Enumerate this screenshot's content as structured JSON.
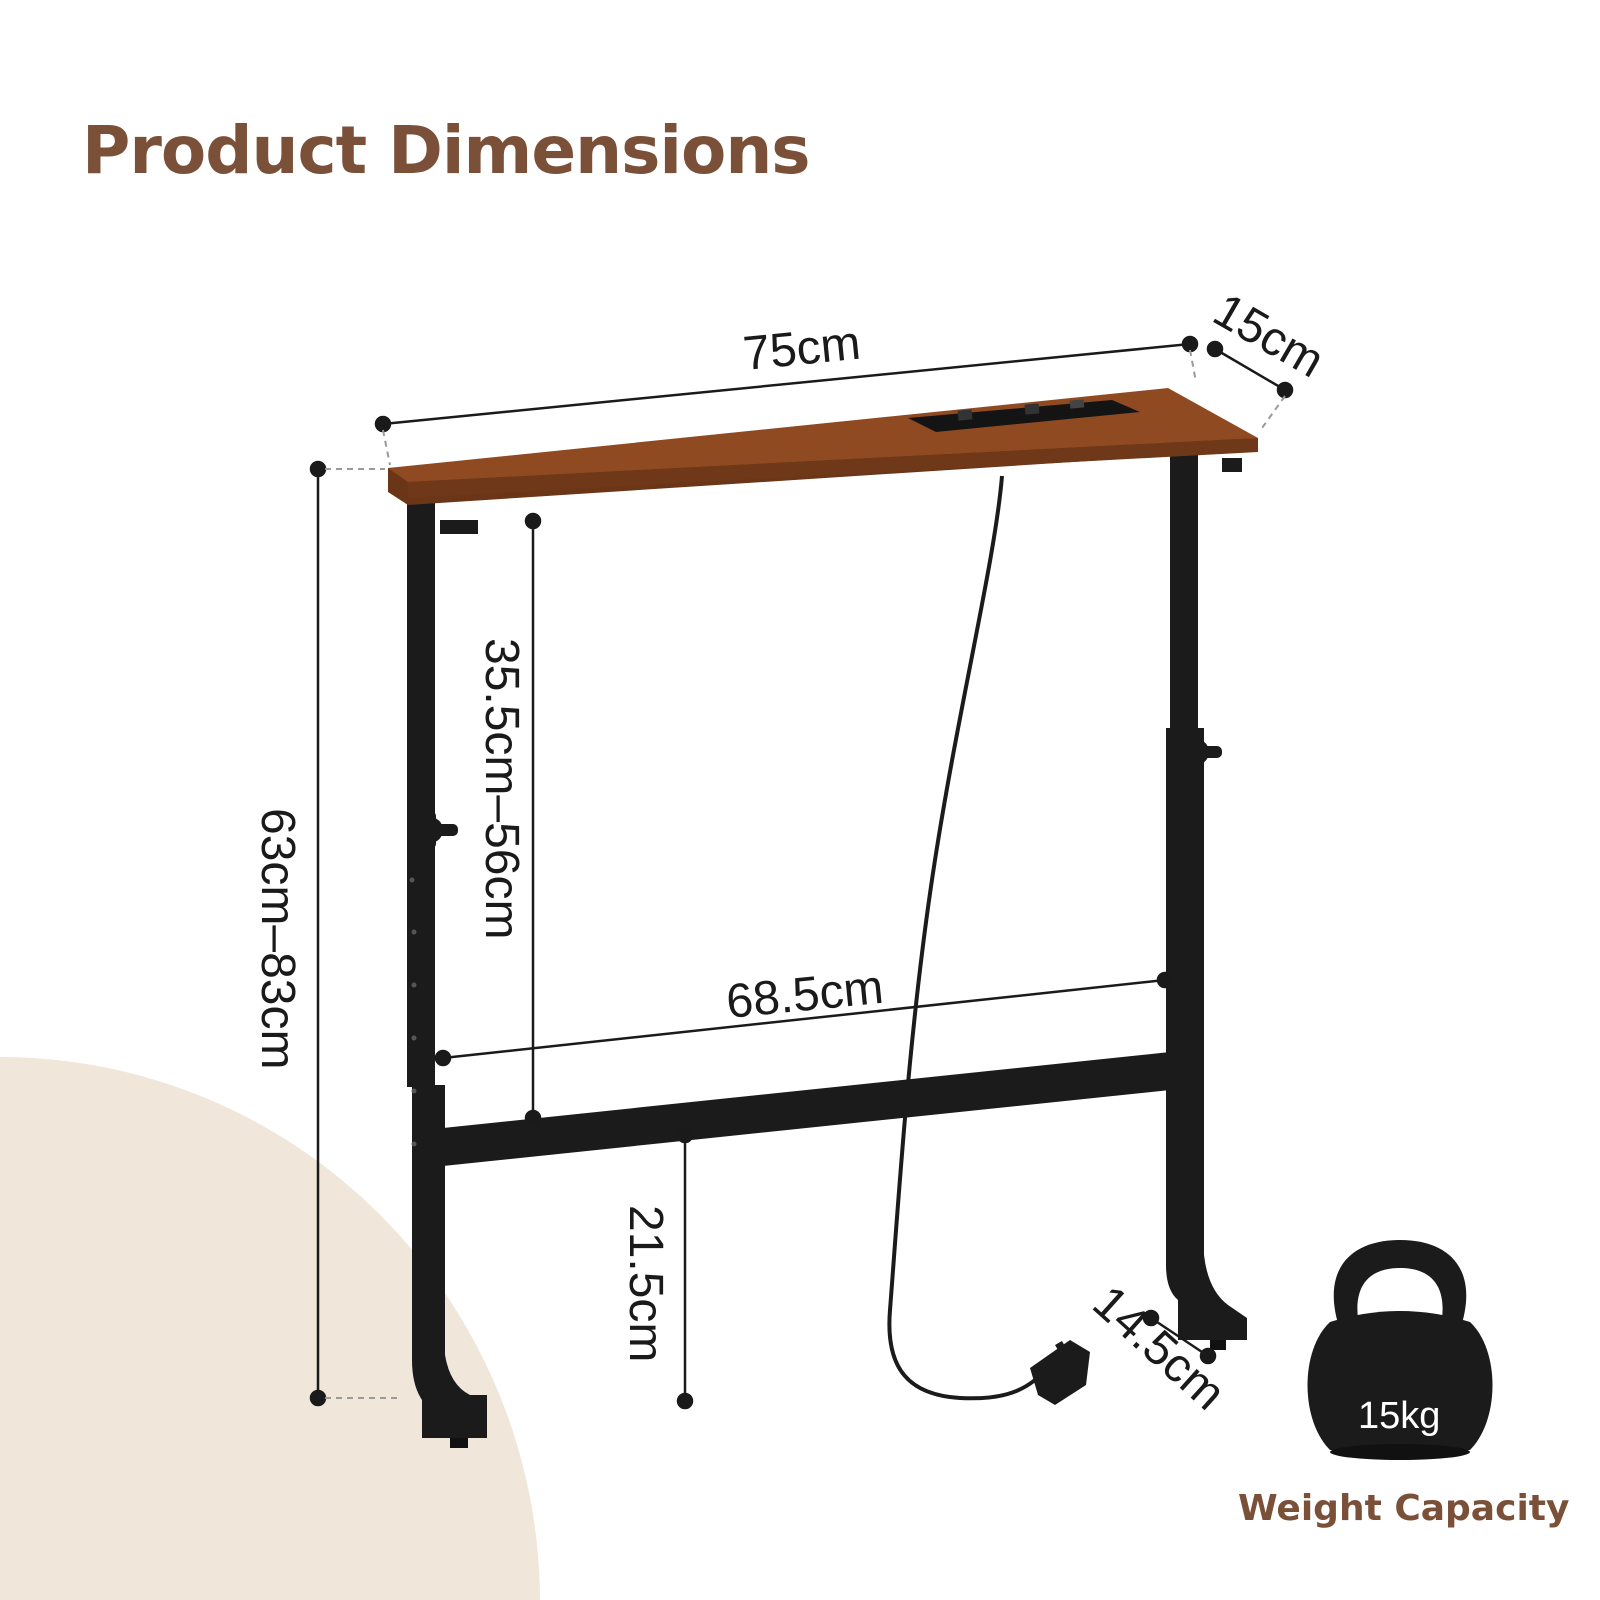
{
  "title": "Product Dimensions",
  "dimensions": {
    "width": "75cm",
    "depth": "15cm",
    "total_height": "63cm–83cm",
    "leg_height_range": "35.5cm–56cm",
    "inner_width": "68.5cm",
    "crossbar_height": "21.5cm",
    "foot_depth": "14.5cm"
  },
  "weight": {
    "value": "15kg",
    "label": "Weight Capacity"
  },
  "colors": {
    "accent": "#7b5038",
    "wood": "#8f4a22",
    "metal": "#1b1b1b",
    "background_shape": "#f0e6da"
  }
}
